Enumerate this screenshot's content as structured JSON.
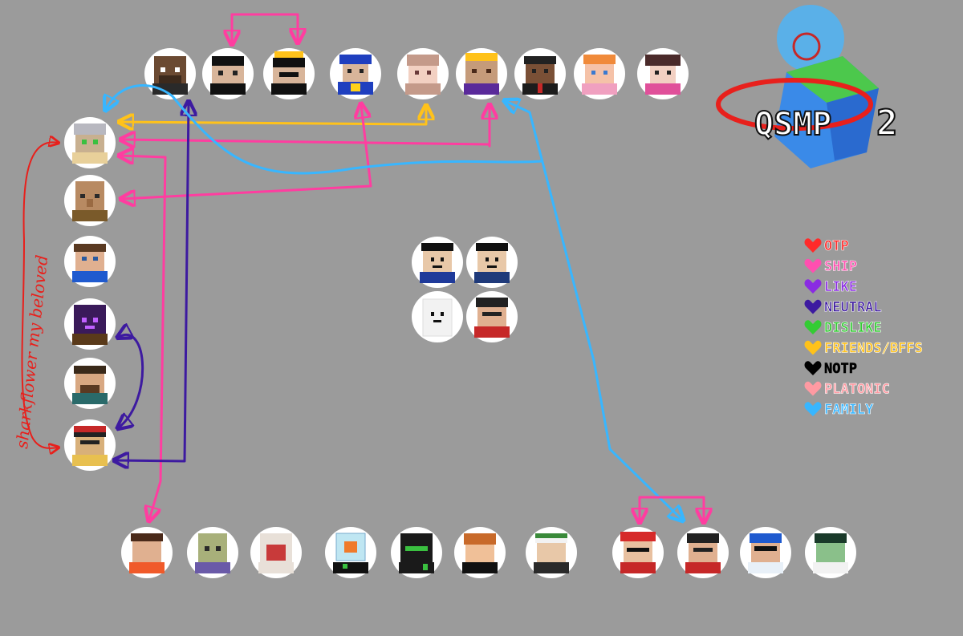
{
  "logo": {
    "text": "QSMP",
    "number": "2"
  },
  "side_note": "sharkflower my beloved",
  "legend": [
    {
      "label": "OTP",
      "color": "#ff2a2a"
    },
    {
      "label": "SHIP",
      "color": "#ff4fb0"
    },
    {
      "label": "LIKE",
      "color": "#8a2be2"
    },
    {
      "label": "NEUTRAL",
      "color": "#3d1aa0"
    },
    {
      "label": "DISLIKE",
      "color": "#33cc33"
    },
    {
      "label": "FRIENDS/BFFS",
      "color": "#ffc21a"
    },
    {
      "label": "NOTP",
      "color": "#000000"
    },
    {
      "label": "PLATONIC",
      "color": "#ff9aa2"
    },
    {
      "label": "FAMILY",
      "color": "#38b6ff"
    }
  ],
  "colors": {
    "background": "#9b9b9b",
    "avatar_circle": "#ffffff",
    "ship": "#ff3da0",
    "neutral": "#3d1aa0",
    "friends": "#ffc21a",
    "family": "#38b6ff",
    "otp": "#e8201c"
  }
}
